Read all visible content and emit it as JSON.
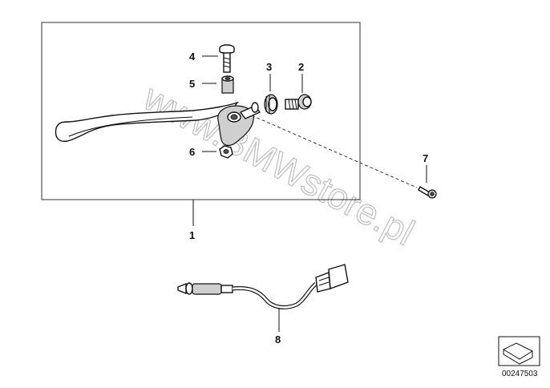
{
  "callouts": {
    "n1": "1",
    "n2": "2",
    "n3": "3",
    "n4": "4",
    "n5": "5",
    "n6": "6",
    "n7": "7",
    "n8": "8"
  },
  "watermark": "www.BMWstore.pl",
  "diagram_ref": "00247503"
}
